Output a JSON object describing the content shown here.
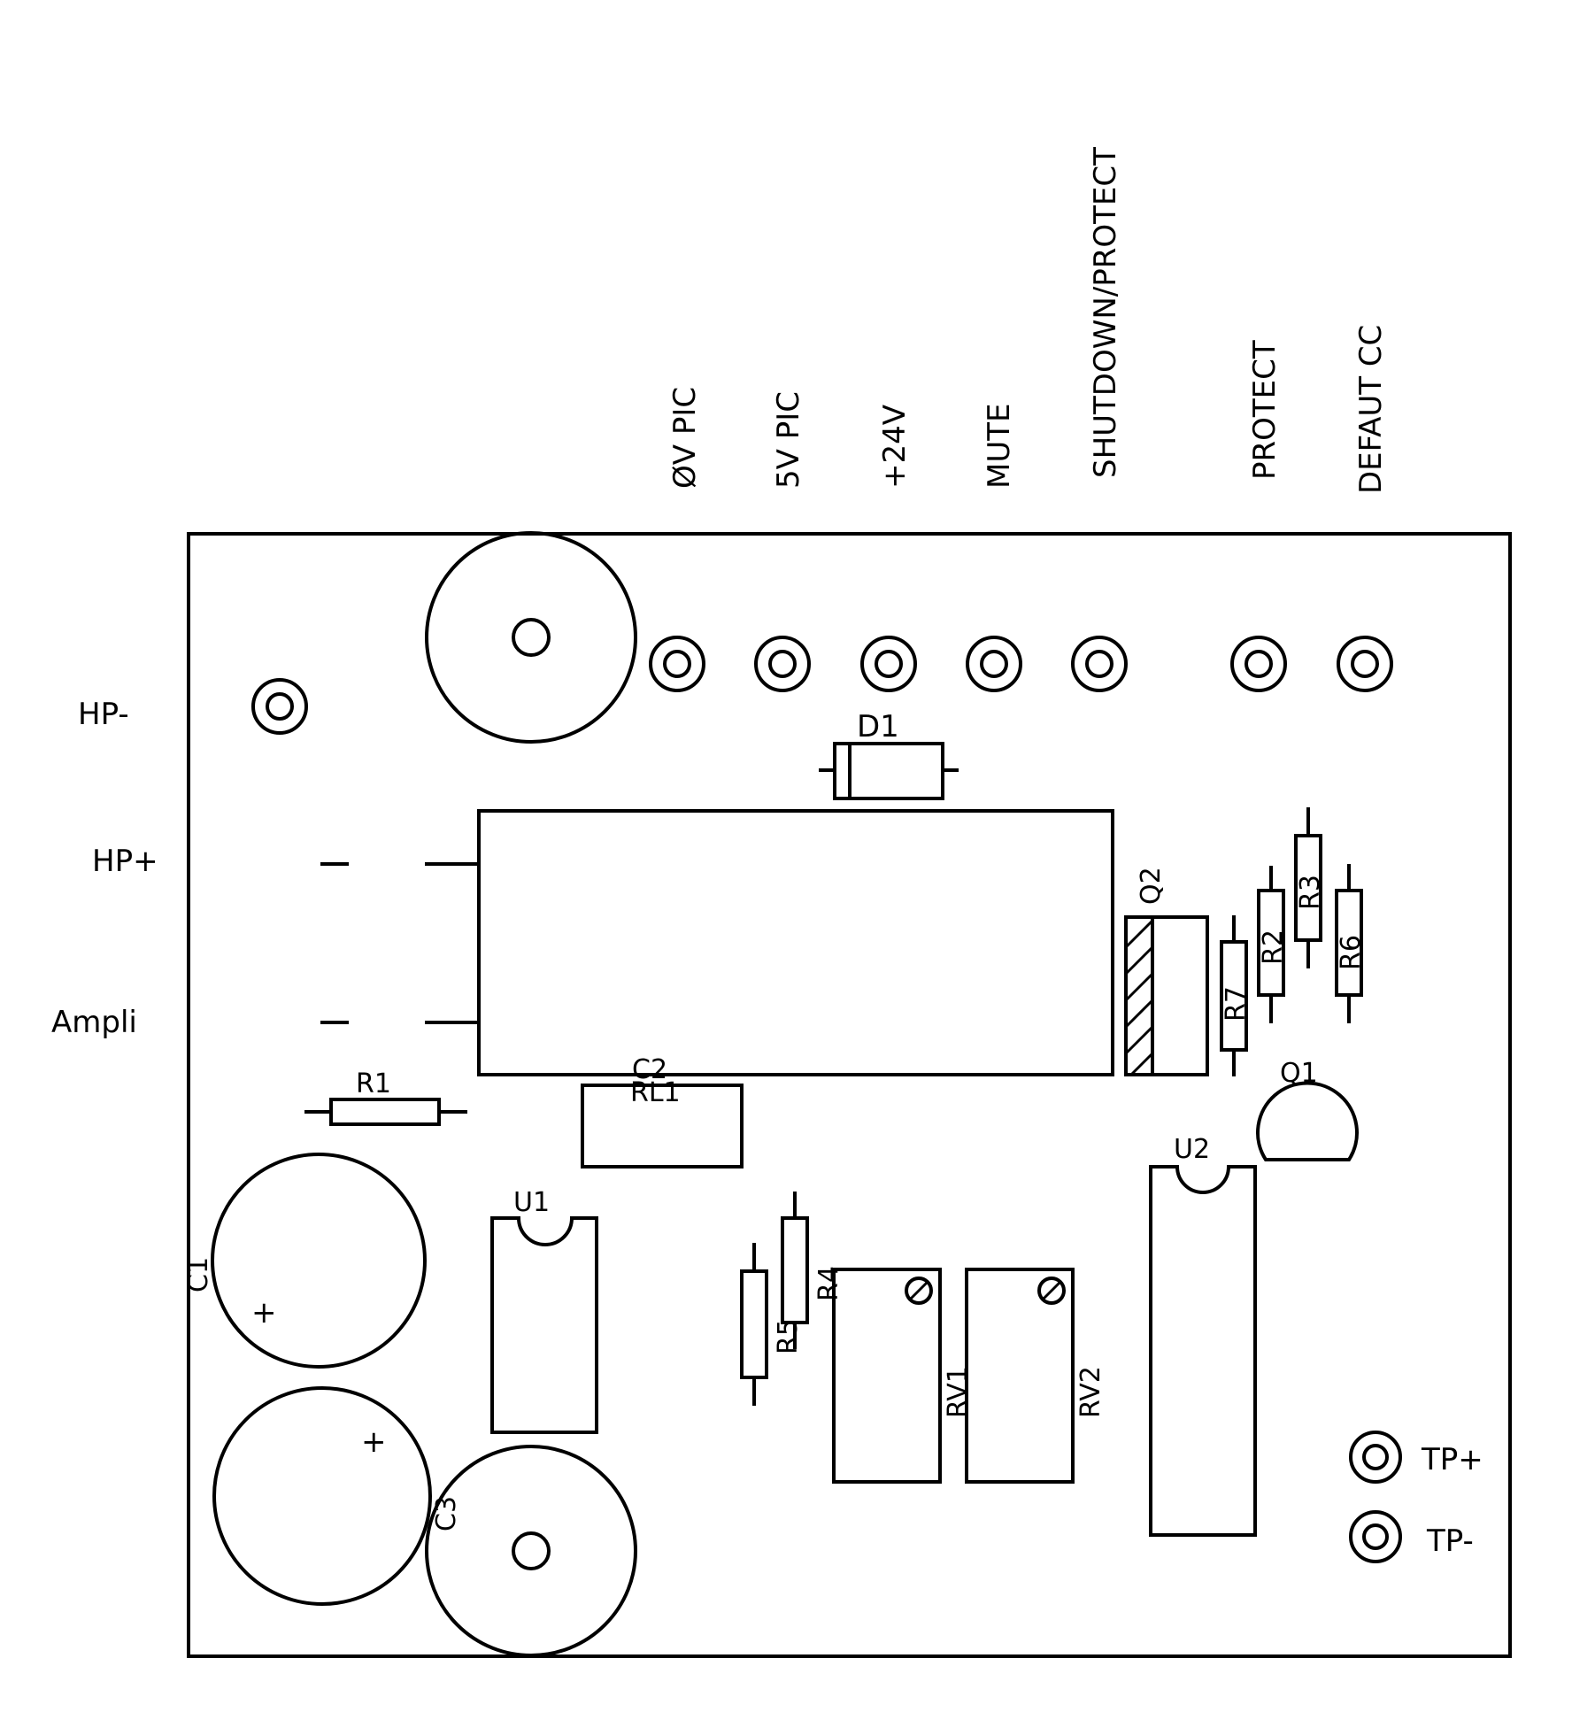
{
  "colors": {
    "ink": "#000000",
    "background": "#ffffff"
  },
  "connector_labels": {
    "zero_v_pic": "ØV PIC",
    "five_v_pic": "5V PIC",
    "plus_24v": "+24V",
    "mute": "MUTE",
    "shutdown_protect": "SHUTDOWN/PROTECT",
    "protect": "PROTECT",
    "defaut_cc": "DEFAUT CC"
  },
  "side_labels": {
    "hp_minus": "HP-",
    "hp_plus": "HP+",
    "ampli": "Ampli"
  },
  "test_points": {
    "tp_plus": "TP+",
    "tp_minus": "TP-"
  },
  "designators": {
    "d1": "D1",
    "q2": "Q2",
    "q1": "Q1",
    "r1": "R1",
    "r2": "R2",
    "r3": "R3",
    "r4": "R4",
    "r5": "R5",
    "r6": "R6",
    "r7": "R7",
    "c1": "C1",
    "c2": "C2",
    "c3": "C3",
    "rl1": "RL1",
    "u1": "U1",
    "u2": "U2",
    "rv1": "RV1",
    "rv2": "RV2"
  },
  "polarity": {
    "plus": "+"
  }
}
